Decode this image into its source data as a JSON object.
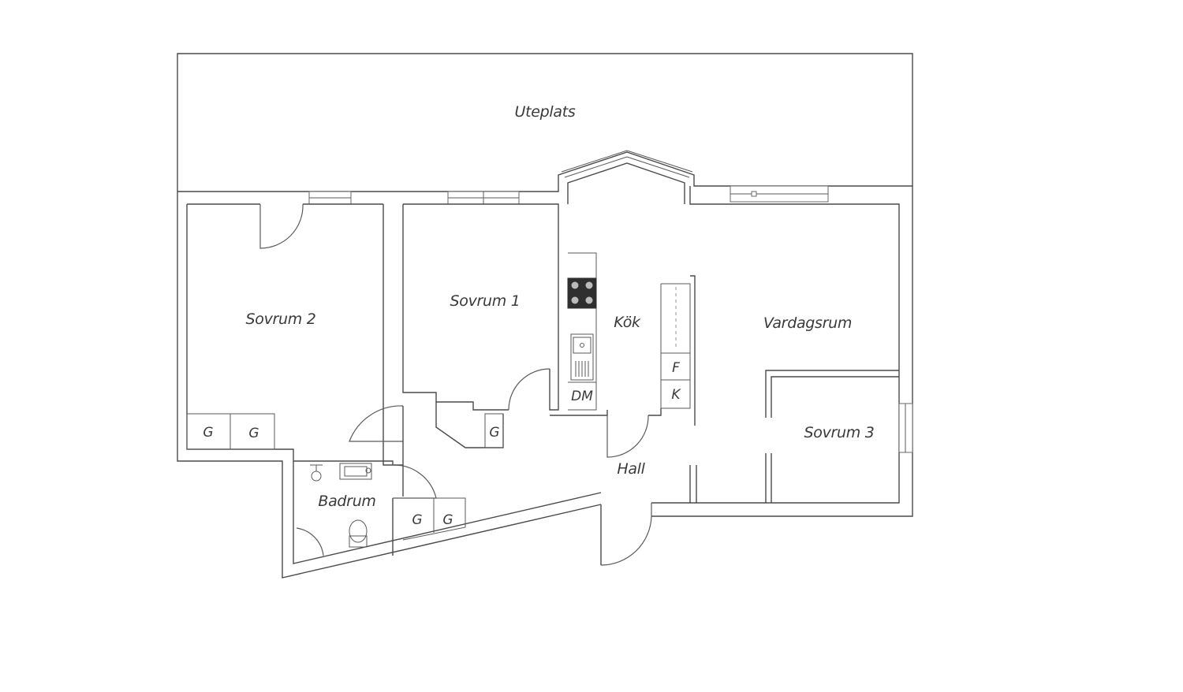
{
  "rooms": {
    "uteplats": "Uteplats",
    "sovrum2": "Sovrum 2",
    "sovrum1": "Sovrum 1",
    "kok": "Kök",
    "vardagsrum": "Vardagsrum",
    "sovrum3": "Sovrum 3",
    "hall": "Hall",
    "badrum": "Badrum"
  },
  "fixtures": {
    "wardrobe": "G",
    "dishwasher": "DM",
    "freezer": "F",
    "fridge": "K"
  },
  "colors": {
    "wall": "#4a4a4a",
    "background": "#ffffff",
    "text": "#3a3a3a"
  }
}
